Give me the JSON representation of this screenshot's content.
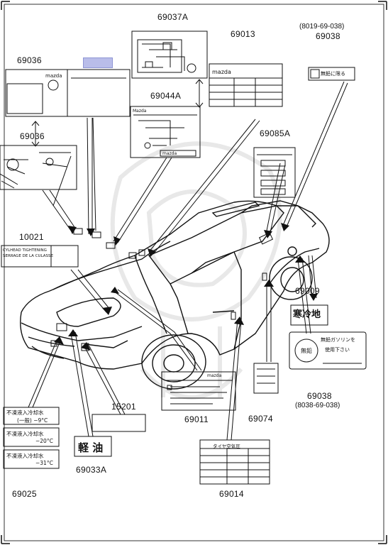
{
  "part_numbers": {
    "p69037A": "69037A",
    "p69013": "69013",
    "p69038_top": "69038",
    "p69038_top_alt": "(8019-69-038)",
    "p69036_a": "69036",
    "p69036_b": "69036",
    "p69044A": "69044A",
    "p69085A": "69085A",
    "p10021": "10021",
    "p69009": "69009",
    "p69038_bottom": "69038",
    "p69038_bottom_alt": "(8038-69-038)",
    "p15201": "15201",
    "p69011": "69011",
    "p69074": "69074",
    "p69033A": "69033A",
    "p69025": "69025",
    "p69014": "69014"
  },
  "label_texts": {
    "brand_69013": "mazda",
    "brand_69011": "mazda",
    "brand_69044": "Mazda",
    "brand_69036": "mazda",
    "brand_69044_tag": "mazda",
    "cyl_head_line1": "CYLHEAD TIGHTENING",
    "cyl_head_line2": "SERRAGE DE LA CULASSE",
    "coolant_1_line1": "不凍液入冷却水",
    "coolant_1_line2": "(一般) −9°C",
    "coolant_2_line1": "不凍液入冷却水",
    "coolant_2_line2": "−20°C",
    "coolant_3_line1": "不凍液入冷却水",
    "coolant_3_line2": "−31°C",
    "kei_yu": "軽 油",
    "cold_region": "寒冷地",
    "unleaded_tag": "無鉛に限る",
    "unleaded_stamp": "無鉛",
    "unleaded_line1": "無鉛ガソリンを",
    "unleaded_line2": "使用下さい",
    "tire_title": "タイヤ空気圧"
  },
  "colors": {
    "ink": "#111111",
    "highlight": "#b9bde9",
    "watermark": "#e6e6e6"
  }
}
